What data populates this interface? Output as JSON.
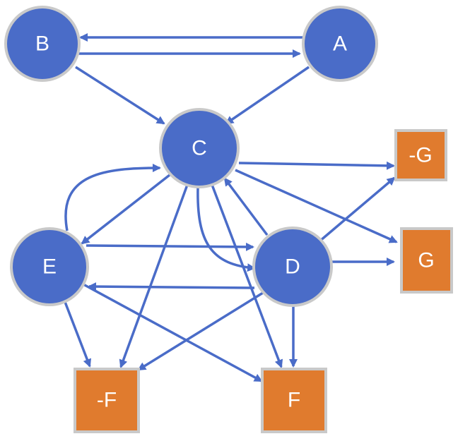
{
  "colors": {
    "circle_fill": "#4a6cc8",
    "square_fill": "#e07b2e",
    "node_border": "#c9c9c9",
    "edge": "#4a6cc8"
  },
  "nodes": {
    "A": {
      "label": "A",
      "shape": "circle"
    },
    "B": {
      "label": "B",
      "shape": "circle"
    },
    "C": {
      "label": "C",
      "shape": "circle"
    },
    "D": {
      "label": "D",
      "shape": "circle"
    },
    "E": {
      "label": "E",
      "shape": "circle"
    },
    "negG": {
      "label": "-G",
      "shape": "square"
    },
    "G": {
      "label": "G",
      "shape": "square"
    },
    "negF": {
      "label": "-F",
      "shape": "square"
    },
    "F": {
      "label": "F",
      "shape": "square"
    }
  },
  "edges": [
    {
      "from": "A",
      "to": "B"
    },
    {
      "from": "B",
      "to": "A"
    },
    {
      "from": "B",
      "to": "C"
    },
    {
      "from": "A",
      "to": "C"
    },
    {
      "from": "C",
      "to": "negG"
    },
    {
      "from": "C",
      "to": "G"
    },
    {
      "from": "C",
      "to": "E"
    },
    {
      "from": "E",
      "to": "C"
    },
    {
      "from": "C",
      "to": "negF"
    },
    {
      "from": "C",
      "to": "F"
    },
    {
      "from": "C",
      "to": "D"
    },
    {
      "from": "D",
      "to": "C"
    },
    {
      "from": "E",
      "to": "D"
    },
    {
      "from": "D",
      "to": "E"
    },
    {
      "from": "D",
      "to": "negG"
    },
    {
      "from": "D",
      "to": "G"
    },
    {
      "from": "D",
      "to": "F"
    },
    {
      "from": "D",
      "to": "negF"
    },
    {
      "from": "E",
      "to": "negF"
    },
    {
      "from": "E",
      "to": "F"
    }
  ]
}
